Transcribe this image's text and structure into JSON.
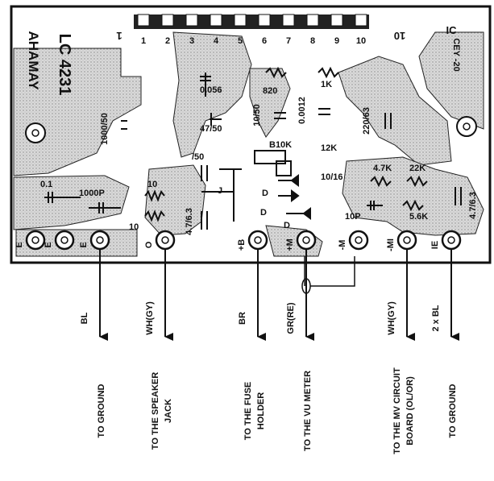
{
  "board": {
    "brand": "AHAMAY",
    "part_no": "LC 4231",
    "ic_label": "IC",
    "ic_code": "CEY -20",
    "pin_numbers": [
      "1",
      "2",
      "3",
      "4",
      "5",
      "6",
      "7",
      "8",
      "9",
      "10"
    ],
    "ic_pin_1": "1",
    "ic_pin_10": "10",
    "components": [
      "0.1",
      "1000P",
      "10",
      "10",
      "4.7/6.3",
      "1000/50",
      "0.056",
      "47/50",
      "820",
      "10/50",
      "0.0012",
      "1K",
      "/50",
      "B10K",
      "12K",
      "J",
      "D",
      "D",
      "D",
      "10/16",
      "220/63",
      "4.7K",
      "22K",
      "10P",
      "5.6K",
      "4.7/6.3"
    ],
    "terminals": [
      "E",
      "E",
      "E",
      "O",
      "+B",
      "+M",
      "-M",
      "-MI",
      "IE"
    ]
  },
  "wires": [
    {
      "color": "BL",
      "dest_lines": [
        "TO GROUND"
      ]
    },
    {
      "color": "WH(GY)",
      "dest_lines": [
        "TO THE SPEAKER",
        "JACK"
      ]
    },
    {
      "color": "BR",
      "dest_lines": [
        "TO THE FUSE",
        "HOLDER"
      ]
    },
    {
      "color": "GR(RE)",
      "dest_lines": [
        "TO THE VU METER"
      ]
    },
    {
      "color": "WH(GY)",
      "dest_lines": [
        "TO THE MV CIRCUIT",
        "BOARD (OL/OR)"
      ]
    },
    {
      "color": "2 x BL",
      "dest_lines": [
        "TO GROUND"
      ]
    }
  ]
}
